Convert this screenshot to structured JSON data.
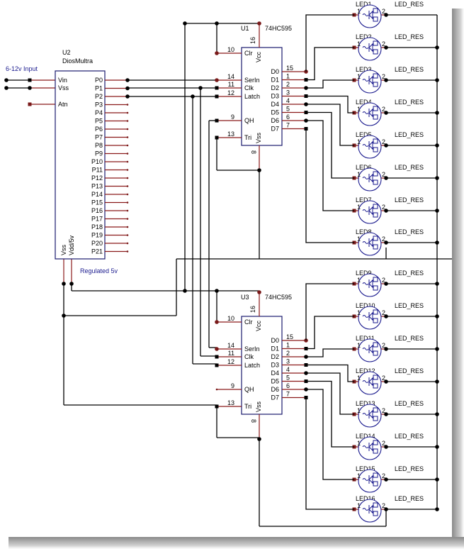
{
  "schematic": {
    "power_input_label": "6-12v Input",
    "regulated_label": "Regulated 5v",
    "controller": {
      "ref": "U2",
      "part": "DiosMultra",
      "left_pins": [
        "Vin",
        "Vss",
        "Atn"
      ],
      "right_pins": [
        "P0",
        "P1",
        "P2",
        "P3",
        "P4",
        "P5",
        "P6",
        "P7",
        "P8",
        "P9",
        "P10",
        "P11",
        "P12",
        "P13",
        "P14",
        "P15",
        "P16",
        "P17",
        "P18",
        "P19",
        "P20",
        "P21"
      ],
      "bottom_pins": [
        "Vss",
        "Vdd/5v"
      ]
    },
    "shift_registers": [
      {
        "ref": "U1",
        "part": "74HC595",
        "left_pins": [
          {
            "name": "Clr",
            "num": "10"
          },
          {
            "name": "SerIn",
            "num": "14"
          },
          {
            "name": "Clk",
            "num": "11"
          },
          {
            "name": "Latch",
            "num": "12"
          },
          {
            "name": "QH",
            "num": "9"
          },
          {
            "name": "Tri",
            "num": "13"
          }
        ],
        "top_pin": {
          "name": "Vcc",
          "num": "16"
        },
        "bottom_pin": {
          "name": "Vss",
          "num": "8"
        },
        "outputs": [
          {
            "name": "D0",
            "num": "15"
          },
          {
            "name": "D1",
            "num": "1"
          },
          {
            "name": "D2",
            "num": "2"
          },
          {
            "name": "D3",
            "num": "3"
          },
          {
            "name": "D4",
            "num": "4"
          },
          {
            "name": "D5",
            "num": "5"
          },
          {
            "name": "D6",
            "num": "6"
          },
          {
            "name": "D7",
            "num": "7"
          }
        ]
      },
      {
        "ref": "U3",
        "part": "74HC595",
        "left_pins": [
          {
            "name": "Clr",
            "num": "10"
          },
          {
            "name": "SerIn",
            "num": "14"
          },
          {
            "name": "Clk",
            "num": "11"
          },
          {
            "name": "Latch",
            "num": "12"
          },
          {
            "name": "QH",
            "num": "9"
          },
          {
            "name": "Tri",
            "num": "13"
          }
        ],
        "top_pin": {
          "name": "Vcc",
          "num": "16"
        },
        "bottom_pin": {
          "name": "Vss",
          "num": "8"
        },
        "outputs": [
          {
            "name": "D0",
            "num": "15"
          },
          {
            "name": "D1",
            "num": "1"
          },
          {
            "name": "D2",
            "num": "2"
          },
          {
            "name": "D3",
            "num": "3"
          },
          {
            "name": "D4",
            "num": "4"
          },
          {
            "name": "D5",
            "num": "5"
          },
          {
            "name": "D6",
            "num": "6"
          },
          {
            "name": "D7",
            "num": "7"
          }
        ]
      }
    ],
    "leds": [
      {
        "ref": "LED1",
        "value": "LED_RES"
      },
      {
        "ref": "LED2",
        "value": "LED_RES"
      },
      {
        "ref": "LED3",
        "value": "LED_RES"
      },
      {
        "ref": "LED4",
        "value": "LED_RES"
      },
      {
        "ref": "LED5",
        "value": "LED_RES"
      },
      {
        "ref": "LED6",
        "value": "LED_RES"
      },
      {
        "ref": "LED7",
        "value": "LED_RES"
      },
      {
        "ref": "LED8",
        "value": "LED_RES"
      },
      {
        "ref": "LED9",
        "value": "LED_RES"
      },
      {
        "ref": "LED10",
        "value": "LED_RES"
      },
      {
        "ref": "LED11",
        "value": "LED_RES"
      },
      {
        "ref": "LED12",
        "value": "LED_RES"
      },
      {
        "ref": "LED13",
        "value": "LED_RES"
      },
      {
        "ref": "LED14",
        "value": "LED_RES"
      },
      {
        "ref": "LED15",
        "value": "LED_RES"
      },
      {
        "ref": "LED16",
        "value": "LED_RES"
      }
    ],
    "led_pin_labels": [
      "1",
      "2"
    ]
  }
}
